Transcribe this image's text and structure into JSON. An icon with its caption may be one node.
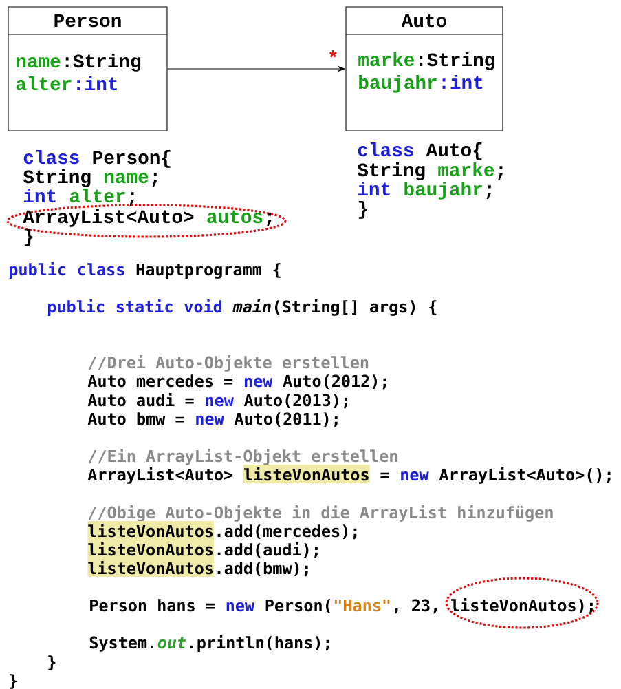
{
  "diagram": {
    "nodes": [
      {
        "text": [
          "Person",
          "name",
          ":String",
          "alter",
          ":int"
        ]
      },
      {
        "text": [
          "Auto",
          "marke",
          ":String",
          "baujahr",
          ":int"
        ]
      }
    ],
    "edges": [
      {
        "from": 0,
        "to": 1,
        "arrow": "to",
        "label": "*"
      }
    ],
    "labels": [
      "class",
      "Person{",
      "String",
      "name",
      ";",
      "int",
      "alter",
      ";",
      "ArrayList<Auto>",
      "autos",
      ";",
      "}",
      "class",
      "Auto{",
      "String",
      "marke",
      ";",
      "int",
      "baujahr",
      ";",
      "}",
      "public",
      "class",
      "Hauptprogramm",
      "{",
      "public",
      "static",
      "void",
      "main",
      "(String[] args)",
      "{",
      "//Drei Auto-Objekte erstellen",
      "Auto mercedes =",
      "new",
      "Auto(2012);",
      "Auto audi =",
      "new",
      "Auto(2013);",
      "Auto bmw =",
      "new",
      "Auto(2011);",
      "//Ein ArrayList-Objekt erstellen",
      "ArrayList<Auto>",
      "listeVonAutos",
      "=",
      "new",
      "ArrayList<Auto>();",
      "//Obige Auto-Objekte in die ArrayList hinzufügen",
      "listeVonAutos",
      ".add(mercedes);",
      "listeVonAutos",
      ".add(audi);",
      "listeVonAutos",
      ".add(bmw);",
      "Person hans =",
      "new",
      "Person(",
      "\"Hans\"",
      ", 23,",
      "listeVonAutos);",
      "System.",
      "out",
      ".println(hans);",
      "}",
      "}"
    ]
  }
}
